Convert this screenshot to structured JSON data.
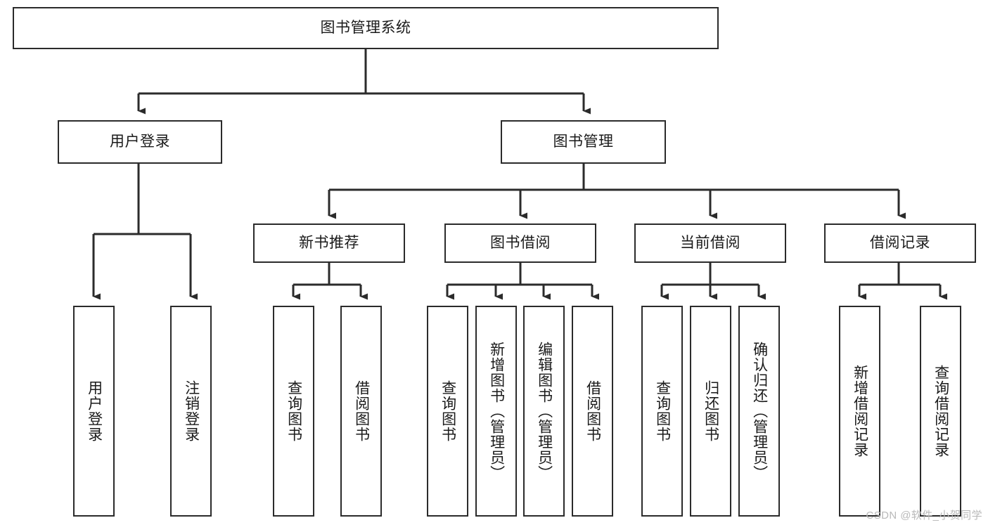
{
  "diagram": {
    "title": "图书管理系统",
    "watermark": "CSDN @软件_小贺同学",
    "colors": {
      "background": "#ffffff",
      "border": "#2b2b2b",
      "connector": "#2b2b2b",
      "text": "#1a1a1a",
      "watermark": "#b9b9b9"
    },
    "root": {
      "label": "图书管理系统"
    },
    "tier2": [
      {
        "label": "用户登录"
      },
      {
        "label": "图书管理"
      }
    ],
    "tier3": [
      {
        "label": "新书推荐"
      },
      {
        "label": "图书借阅"
      },
      {
        "label": "当前借阅"
      },
      {
        "label": "借阅记录"
      }
    ],
    "leaves": {
      "user_login": [
        {
          "label": "用户登录"
        },
        {
          "label": "注销登录"
        }
      ],
      "new_book_recommend": [
        {
          "label": "查询图书"
        },
        {
          "label": "借阅图书"
        }
      ],
      "book_borrow": [
        {
          "label": "查询图书"
        },
        {
          "label": "新增图书（管理员）"
        },
        {
          "label": "编辑图书（管理员）"
        },
        {
          "label": "借阅图书"
        }
      ],
      "current_borrow": [
        {
          "label": "查询图书"
        },
        {
          "label": "归还图书"
        },
        {
          "label": "确认归还（管理员）"
        }
      ],
      "borrow_record": [
        {
          "label": "新增借阅记录"
        },
        {
          "label": "查询借阅记录"
        }
      ]
    }
  }
}
